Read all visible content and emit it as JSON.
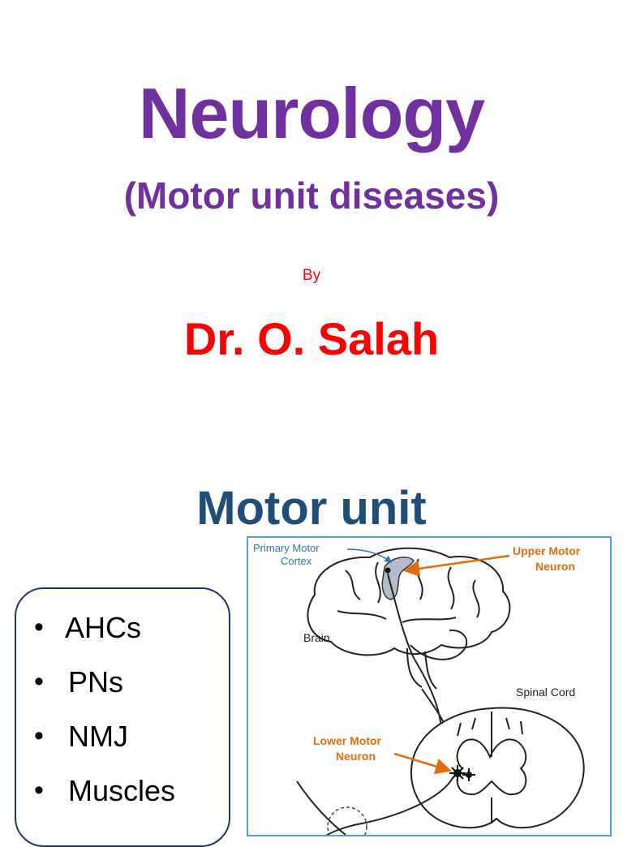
{
  "slide1": {
    "title": "Neurology",
    "subtitle": "(Motor unit diseases)",
    "by": "By",
    "author": "Dr. O. Salah"
  },
  "slide2": {
    "title": "Motor unit",
    "bullets": [
      "AHCs",
      "PNs",
      "NMJ",
      "Muscles"
    ],
    "bullet_symbol": "•",
    "diagram": {
      "labels": {
        "primary_motor_line1": "Primary Motor",
        "primary_motor_line2": "Cortex",
        "upper_motor_line1": "Upper Motor",
        "upper_motor_line2": "Neuron",
        "brain": "Brain",
        "spinal_cord": "Spinal Cord",
        "lower_motor_line1": "Lower Motor",
        "lower_motor_line2": "Neuron"
      }
    }
  },
  "colors": {
    "title": "#7030a0",
    "author": "#ff0000",
    "section_title": "#1f4e79",
    "diagram_orange": "#e46c0a",
    "diagram_blue": "#2e75b6"
  }
}
